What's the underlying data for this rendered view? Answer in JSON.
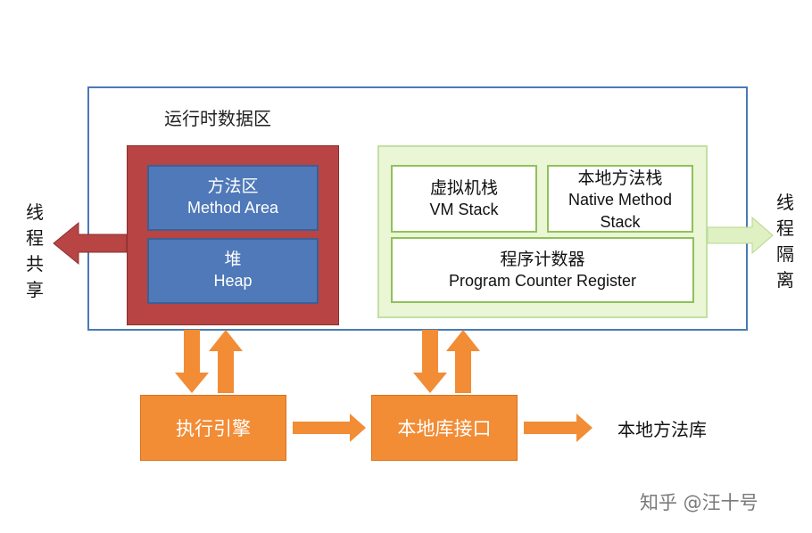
{
  "runtime_data_area": {
    "title": "运行时数据区"
  },
  "shared": {
    "method_area": {
      "zh": "方法区",
      "en": "Method Area"
    },
    "heap": {
      "zh": "堆",
      "en": "Heap"
    },
    "label": "线程共享"
  },
  "isolated": {
    "vm_stack": {
      "zh": "虚拟机栈",
      "en": "VM Stack"
    },
    "native_method_stack": {
      "zh": "本地方法栈",
      "en": "Native Method Stack"
    },
    "program_counter": {
      "zh": "程序计数器",
      "en": "Program Counter Register"
    },
    "label": "线程隔离"
  },
  "execution_engine": "执行引擎",
  "native_interface": "本地库接口",
  "native_library": "本地方法库",
  "watermark": "知乎 @汪十号",
  "colors": {
    "frame_border": "#4a7ab5",
    "shared_red": "#b84444",
    "shared_blue": "#4f79b8",
    "isolated_green": "#eaf6d6",
    "isolated_border": "#8fc15a",
    "orange": "#f28c35"
  }
}
